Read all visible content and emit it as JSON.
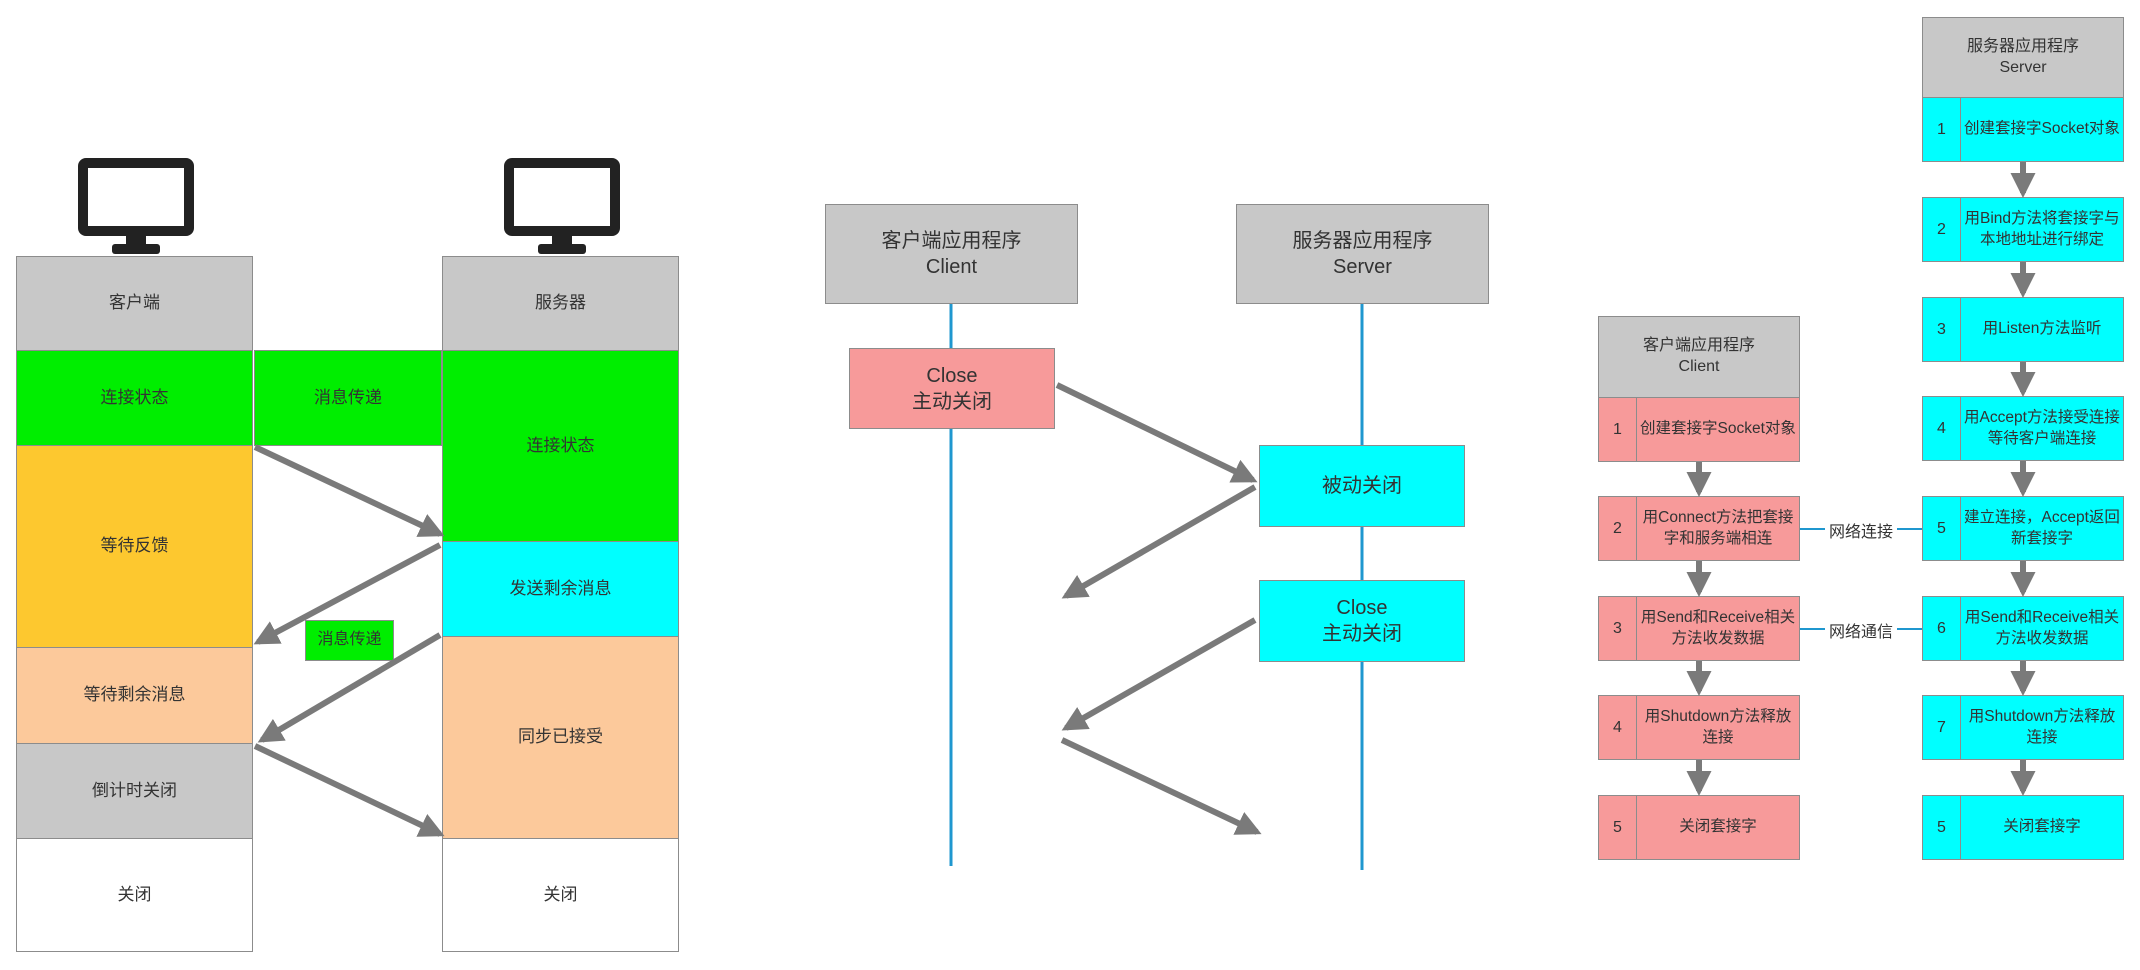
{
  "panel1": {
    "client": {
      "title": "客户端",
      "states": [
        "连接状态",
        "等待反馈",
        "等待剩余消息",
        "倒计时关闭",
        "关闭"
      ]
    },
    "server": {
      "title": "服务器",
      "states": [
        "连接状态",
        "发送剩余消息",
        "同步已接受",
        "关闭"
      ]
    },
    "message_label_1": "消息传递",
    "message_label_2": "消息传递"
  },
  "panel2": {
    "client_header": {
      "line1": "客户端应用程序",
      "line2": "Client"
    },
    "server_header": {
      "line1": "服务器应用程序",
      "line2": "Server"
    },
    "client_close": {
      "line1": "Close",
      "line2": "主动关闭"
    },
    "server_passive": "被动关闭",
    "server_close": {
      "line1": "Close",
      "line2": "主动关闭"
    }
  },
  "panel3": {
    "client_header": {
      "line1": "客户端应用程序",
      "line2": "Client"
    },
    "server_header": {
      "line1": "服务器应用程序",
      "line2": "Server"
    },
    "client_steps": [
      {
        "num": "1",
        "text": "创建套接字Socket对象"
      },
      {
        "num": "2",
        "text": "用Connect方法把套接字和服务端相连"
      },
      {
        "num": "3",
        "text": "用Send和Receive相关方法收发数据"
      },
      {
        "num": "4",
        "text": "用Shutdown方法释放连接"
      },
      {
        "num": "5",
        "text": "关闭套接字"
      }
    ],
    "server_steps": [
      {
        "num": "1",
        "text": "创建套接字Socket对象"
      },
      {
        "num": "2",
        "text": "用Bind方法将套接字与本地地址进行绑定"
      },
      {
        "num": "3",
        "text": "用Listen方法监听"
      },
      {
        "num": "4",
        "text": "用Accept方法接受连接等待客户端连接"
      },
      {
        "num": "5",
        "text": "建立连接，Accept返回新套接字"
      },
      {
        "num": "6",
        "text": "用Send和Receive相关方法收发数据"
      },
      {
        "num": "7",
        "text": "用Shutdown方法释放连接"
      },
      {
        "num": "5",
        "text": "关闭套接字"
      }
    ],
    "link_label_1": "网络连接",
    "link_label_2": "网络通信"
  },
  "colors": {
    "grey": "#c8c8c8",
    "green": "#00ee00",
    "orange": "#fdc82f",
    "peach": "#fcc99b",
    "cyan": "#00ffff",
    "pink": "#f79a9a",
    "arrow": "#7a7a7a",
    "lifeline": "#1f97cf"
  },
  "icons": [
    "monitor-icon",
    "arrow-icon"
  ]
}
